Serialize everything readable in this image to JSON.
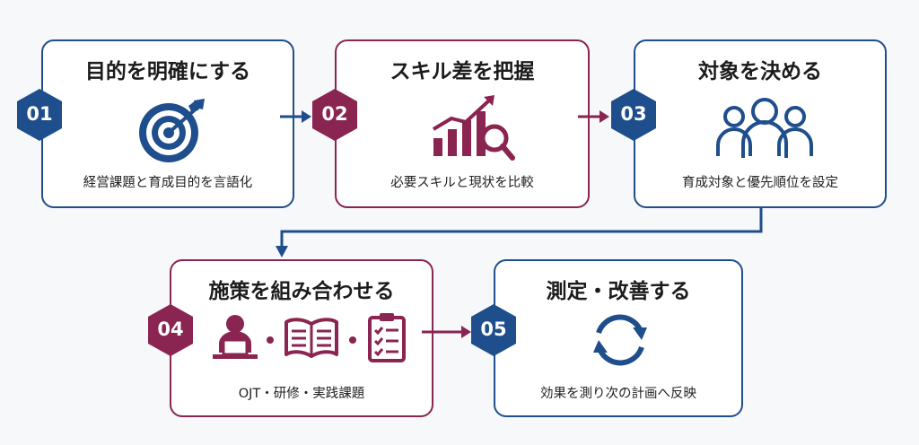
{
  "colors": {
    "navy": "#1f4e8c",
    "maroon": "#8a2450"
  },
  "steps": [
    {
      "number": "01",
      "title": "目的を明確にする",
      "description": "経営課題と育成目的を言語化",
      "icon": "target-icon"
    },
    {
      "number": "02",
      "title": "スキル差を把握",
      "description": "必要スキルと現状を比較",
      "icon": "chart-magnifier-icon"
    },
    {
      "number": "03",
      "title": "対象を決める",
      "description": "育成対象と優先順位を設定",
      "icon": "people-group-icon"
    },
    {
      "number": "04",
      "title": "施策を組み合わせる",
      "description": "OJT・研修・実践課題",
      "icons": [
        "person-laptop-icon",
        "open-book-icon",
        "checklist-icon"
      ]
    },
    {
      "number": "05",
      "title": "測定・改善する",
      "description": "効果を測り次の計画へ反映",
      "icon": "cycle-arrows-icon"
    }
  ]
}
